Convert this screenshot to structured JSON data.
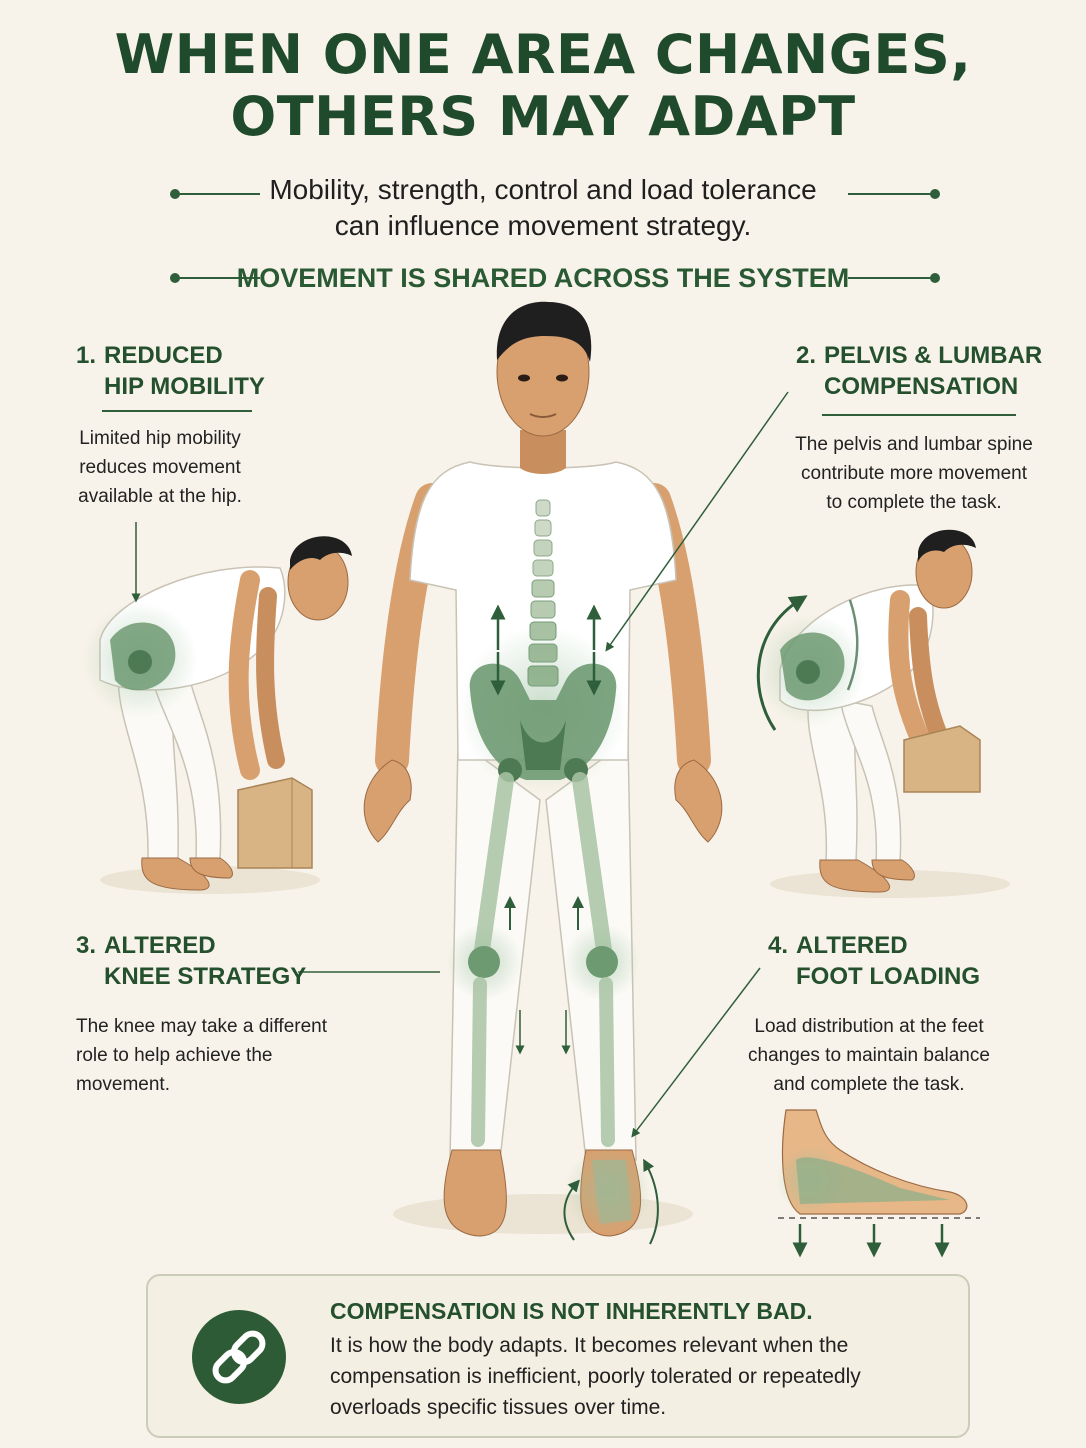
{
  "header": {
    "title_line1": "WHEN ONE AREA CHANGES,",
    "title_line2": "OTHERS MAY ADAPT",
    "subtitle_line1": "Mobility, strength, control and load tolerance",
    "subtitle_line2": "can influence movement strategy.",
    "tagline": "MOVEMENT IS SHARED ACROSS THE SYSTEM"
  },
  "sections": [
    {
      "number": "1.",
      "title_line1": "REDUCED",
      "title_line2": "HIP MOBILITY",
      "body": [
        "Limited hip mobility",
        "reduces movement",
        "available at the hip."
      ]
    },
    {
      "number": "2.",
      "title_line1": "PELVIS & LUMBAR",
      "title_line2": "COMPENSATION",
      "body": [
        "The pelvis and lumbar spine",
        "contribute more movement",
        "to complete the task."
      ]
    },
    {
      "number": "3.",
      "title_line1": "ALTERED",
      "title_line2": "KNEE STRATEGY",
      "body": [
        "The knee may take a different",
        "role to help achieve the",
        "movement."
      ]
    },
    {
      "number": "4.",
      "title_line1": "ALTERED",
      "title_line2": "FOOT LOADING",
      "body": [
        "Load distribution at the feet",
        "changes to maintain balance",
        "and complete the task."
      ]
    }
  ],
  "callout": {
    "icon": "chain-link-icon",
    "title": "COMPENSATION IS NOT INHERENTLY BAD.",
    "body": [
      "It is how the body adapts. It becomes relevant when the",
      "compensation is inefficient, poorly tolerated or repeatedly",
      "overloads specific tissues over time."
    ]
  },
  "colors": {
    "background": "#f8f3ea",
    "primary_green": "#24502d",
    "bone_green": "#6e9a72",
    "skin": "#d9a06f",
    "shirt": "#ffffff",
    "box": "#d8b485"
  }
}
